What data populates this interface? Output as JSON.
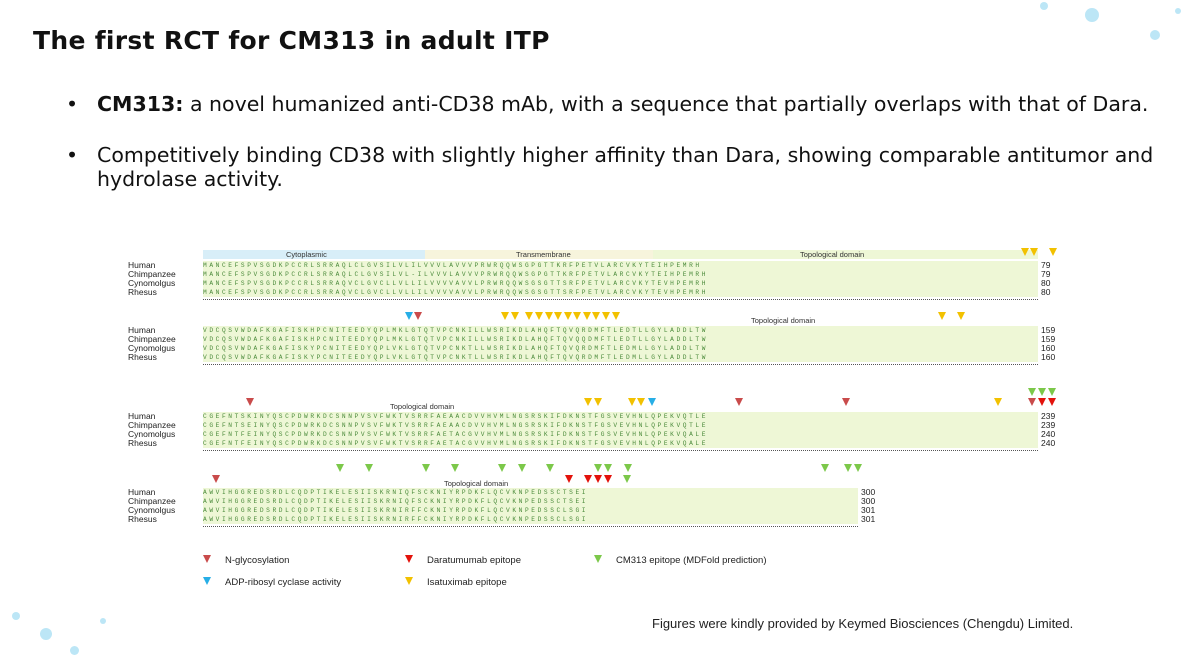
{
  "slide": {
    "title": "The first RCT for CM313 in adult ITP",
    "bullets": [
      {
        "bold": "CM313:",
        "text": " a novel humanized anti-CD38 mAb, with a sequence that partially overlaps with that of Dara."
      },
      {
        "bold": "",
        "text": "Competitively binding CD38 with slightly higher affinity than Dara, showing comparable antitumor and hydrolase activity."
      }
    ],
    "credit": "Figures were kindly provided by Keymed Biosciences (Chengdu) Limited."
  },
  "figure": {
    "regions": [
      "Cytoplasmic",
      "Transmembrane",
      "Topological domain"
    ],
    "species": [
      "Human",
      "Chimpanzee",
      "Cynomolgus",
      "Rhesus"
    ],
    "blocks": [
      {
        "sequences": [
          "MANCEFSPVSGDKPCCRLSRRAQLCLGVSILVLILVVVLAVVVPRWRQQWSGPGTTKRFPETVLARCVKYTEIHPEMRH",
          "MANCEFSPVSGDKPCCRLSRRAQLCLGVSILVL-ILVVVLAVVVPRWRQQWSGPGTTKRFPETVLARCVKYTEIHPEMRH",
          "MANCEFSPVSGDKPCCRLSRRAQVCLGVCLLVLLILVVVVAVVLPRWRQQWSGSGTTSRFPETVLARCVKYTEVHPEMRH",
          "MANCEFSPVSGDKPCCRLSRRAQVCLGVCLLVLLILVVVVAVVLPRWRQQWSGSGTTSRFPETVLARCVKYTEVHPEMRH"
        ],
        "numbers": [
          "79",
          "79",
          "80",
          "80"
        ]
      },
      {
        "sequences": [
          "VDCQSVWDAFKGAFISKHPCNITEEDYQPLMKLGTQTVPCNKILLWSRIKDLAHQFTQVQRDMFTLEDTLLGYLADDLTW",
          "VDCQSVWDAFKGAFISKHPCNITEEDYQPLMKLGTQTVPCNKILLWSRIKDLAHQFTQVQQDMFTLEDTLLGYLADDLTW",
          "VDCQSVWDAFKGAFISKYPCNITEEDYQPLVKLGTQTVPCNKTLLWSRIKDLAHQFTQVQRDMFTLEDMLLGYLADDLTW",
          "VDCQSVWDAFKGAFISKYPCNITEEDYQPLVKLGTQTVPCNKTLLWSRIKDLAHQFTQVQRDMFTLEDMLLGYLADDLTW"
        ],
        "numbers": [
          "159",
          "159",
          "160",
          "160"
        ]
      },
      {
        "sequences": [
          "CGEFNTSKINYQSCPDWRKDCSNNPVSVFWKTVSRRFAEAACDVVHVMLNGSRSKIFDKNSTFGSVEVHNLQPEKVQTLE",
          "CGEFNTSEINYQSCPDWRKDCSNNPVSVFWKTVSRRFAEAACDVVHVMLNGSRSKIFDKNSTFGSVEVHNLQPEKVQTLE",
          "CGEFNTFEINYQSCPDWRKDCSNNPVSVFWKTVSRRFAETACGVVHVMLNGSRSKIFDKNSTFGSVEVHNLQPEKVQALE",
          "CGEFNTFEINYQSCPDWRKDCSNNPVSVFWKTVSRRFAETACGVVHVMLNGSRSKIFDKNSTFGSVEVHNLQPEKVQALE"
        ],
        "numbers": [
          "239",
          "239",
          "240",
          "240"
        ]
      },
      {
        "sequences": [
          "AWVIHGGREDSRDLCQDPTIKELESIISKRNIQFSCKNIYRPDKFLQCVKNPEDSSCTSEI",
          "AWVIHGGREDSRDLCQDPTIKELESIISKRNIQFSCKNIYRPDKFLQCVKNPEDSSCTSEI",
          "AWVIHGGREDSRDLCQDPTIKELESIISKRNIRFFCKNIYRPDKFLQCVKNPEDSSCLSGI",
          "AWVIHGGREDSRDLCQDPTIKELESIISKRNIRFFCKNIYRPDKFLQCVKNPEDSSCLSGI"
        ],
        "numbers": [
          "300",
          "300",
          "301",
          "301"
        ]
      }
    ],
    "legend": [
      {
        "label": "N-glycosylation",
        "color": "#c94b4b"
      },
      {
        "label": "Daratumumab epitope",
        "color": "#e3120b"
      },
      {
        "label": "CM313 epitope (MDFold prediction)",
        "color": "#7cc84a"
      },
      {
        "label": "ADP-ribosyl cyclase activity",
        "color": "#27aee6"
      },
      {
        "label": "Isatuximab epitope",
        "color": "#f2c100"
      }
    ]
  }
}
